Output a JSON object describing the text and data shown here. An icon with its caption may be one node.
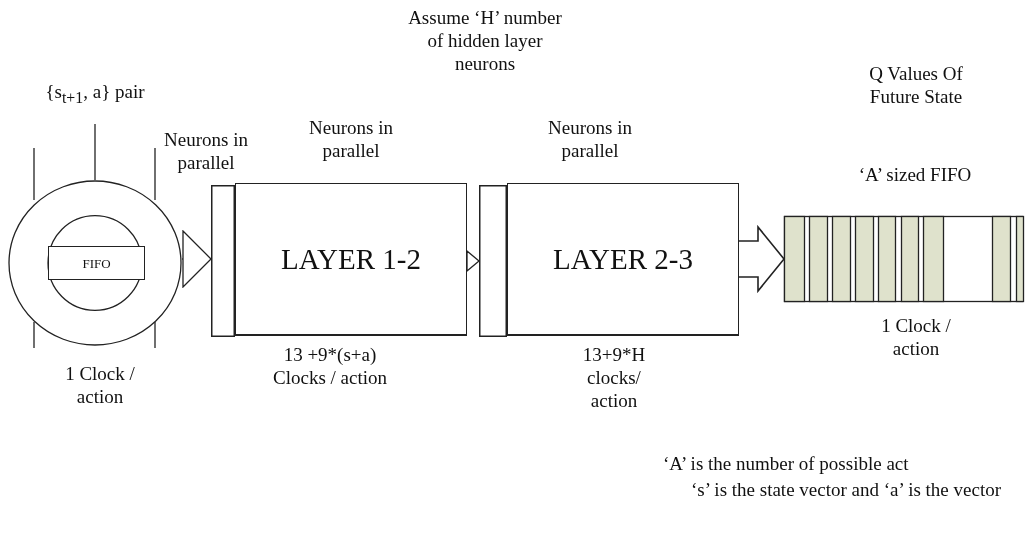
{
  "diagram": {
    "nodes": [
      {
        "text": [
          "{s$_{t+1}$, a} pair"
        ]
      },
      {
        "text": [],
        "shape": "circle",
        "beside": [
          "1 Clock / action"
        ]
      },
      {
        "text": [
          "FIFO"
        ],
        "in": 1
      },
      {
        "text": [],
        "shape": "bar",
        "beside": [
          "Neurons in parallel"
        ]
      },
      {
        "text": [
          "LAYER 1-2"
        ],
        "beside": [
          "Neurons in parallel",
          "13 +9*(s+a) Clocks / action"
        ]
      },
      {
        "text": [],
        "shape": "bar"
      },
      {
        "text": [
          "LAYER 2-3"
        ],
        "beside": [
          "Neurons in parallel",
          "13+9*H clocks/ action"
        ]
      },
      {
        "text": [],
        "shape": "bar",
        "beside": [
          "Q Values Of Future State",
          "‘A’ sized FIFO",
          "1 Clock / action"
        ]
      }
    ],
    "edges": [
      {
        "from": 0,
        "to": 1,
        "arrow": "none"
      },
      {
        "from": 1,
        "to": 3,
        "arrow": "to"
      },
      {
        "from": 4,
        "to": 5,
        "arrow": "to"
      },
      {
        "from": 6,
        "to": 7,
        "arrow": "to",
        "style": "thick"
      }
    ],
    "labels": [
      "Assume ‘H’ number of hidden layer neurons",
      "‘A’ is the number of possible act",
      "‘s’ is the state vector and ‘a’ is the vector"
    ]
  }
}
